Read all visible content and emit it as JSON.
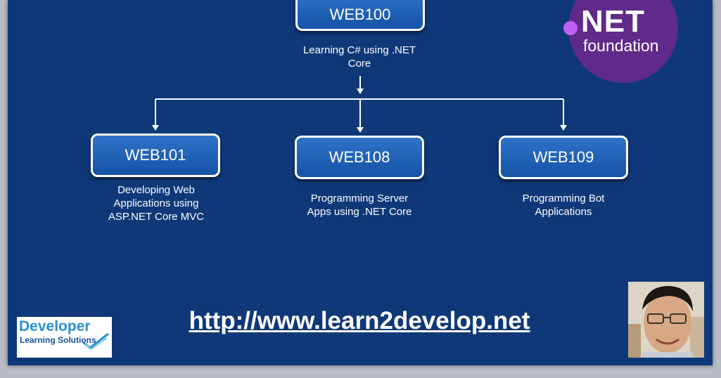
{
  "courses": {
    "web100": {
      "code": "WEB100",
      "desc": [
        "Learning C# using .NET",
        "Core"
      ]
    },
    "web101": {
      "code": "WEB101",
      "desc": [
        "Developing Web",
        "Applications using",
        "ASP.NET Core MVC"
      ]
    },
    "web108": {
      "code": "WEB108",
      "desc": [
        "Programming Server",
        "Apps using .NET Core"
      ]
    },
    "web109": {
      "code": "WEB109",
      "desc": [
        "Programming Bot",
        "Applications"
      ]
    }
  },
  "net_logo": {
    "main": "NET",
    "sub": "foundation"
  },
  "url": "http://www.learn2develop.net",
  "publisher_logo": {
    "line1": "Developer",
    "line2": "Learning Solutions"
  },
  "colors": {
    "background": "#0f3878",
    "box": "#1e5fb4",
    "net_purple": "#5f2a8a"
  }
}
